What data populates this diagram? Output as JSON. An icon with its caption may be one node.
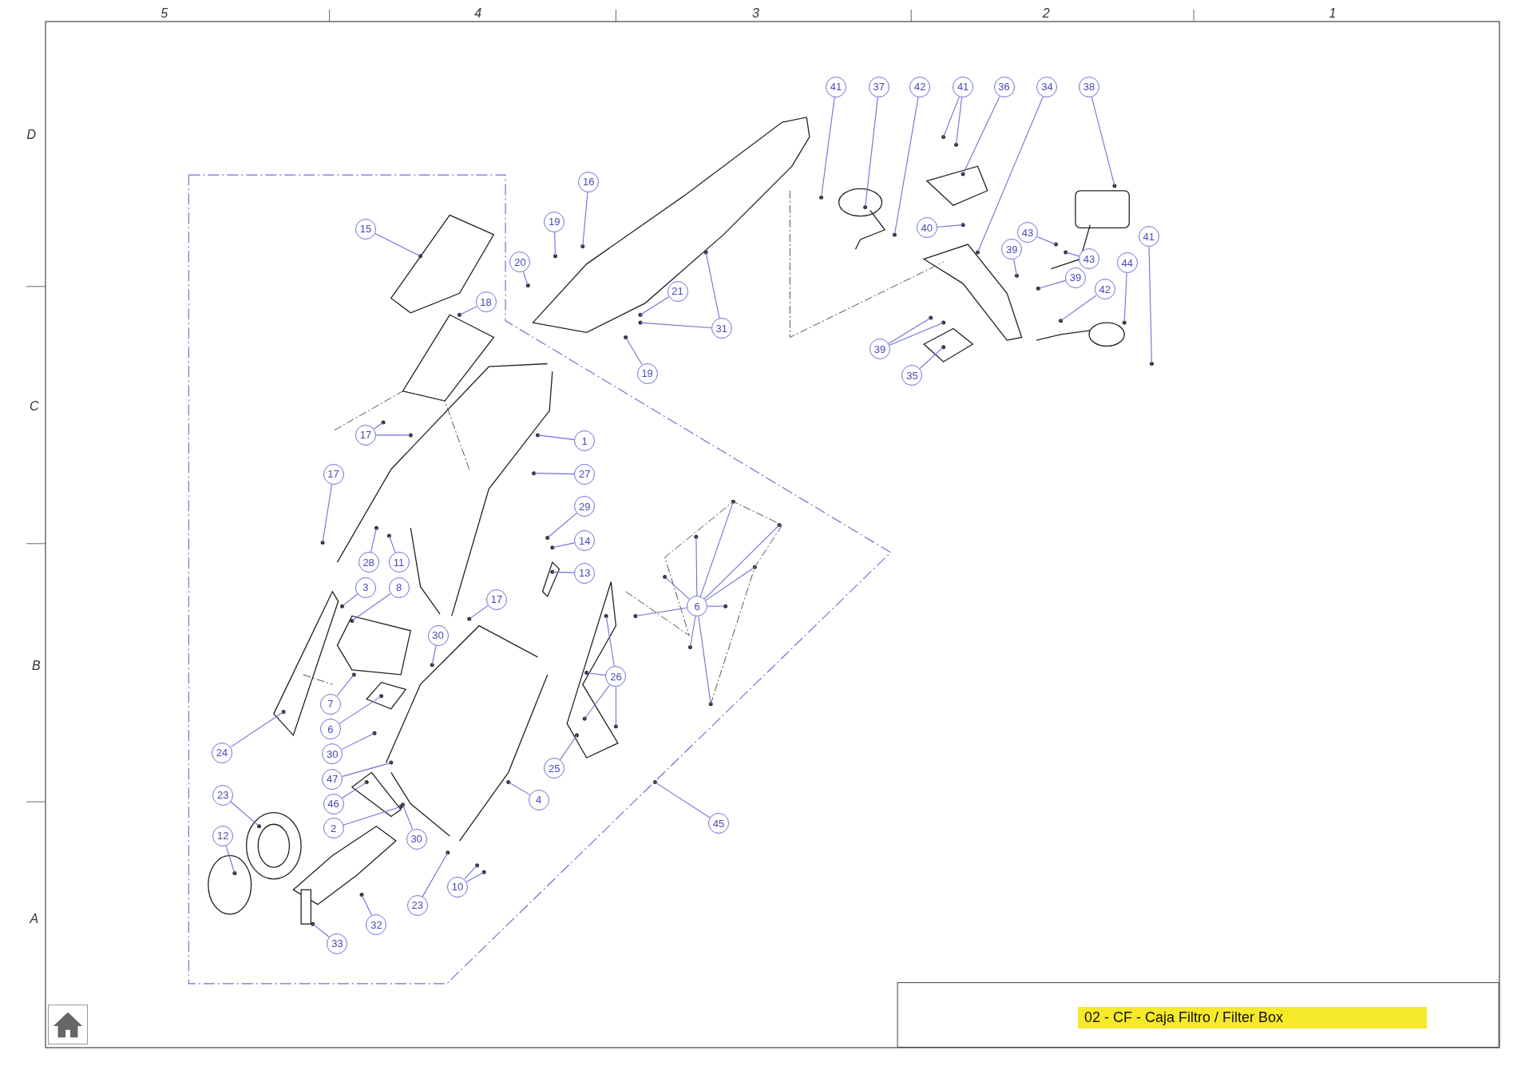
{
  "diagram": {
    "title": "02 - CF - Caja Filtro / Filter Box",
    "nodes": [
      {
        "text": [
          "41"
        ]
      },
      {
        "text": [
          "37"
        ]
      },
      {
        "text": [
          "42"
        ]
      },
      {
        "text": [
          "41"
        ]
      },
      {
        "text": [
          "36"
        ]
      },
      {
        "text": [
          "34"
        ]
      },
      {
        "text": [
          "38"
        ]
      },
      {
        "text": [
          "16"
        ]
      },
      {
        "text": [
          "19"
        ]
      },
      {
        "text": [
          "15"
        ]
      },
      {
        "text": [
          "40"
        ]
      },
      {
        "text": [
          "43"
        ]
      },
      {
        "text": [
          "41"
        ]
      },
      {
        "text": [
          "39"
        ]
      },
      {
        "text": [
          "43"
        ]
      },
      {
        "text": [
          "20"
        ]
      },
      {
        "text": [
          "44"
        ]
      },
      {
        "text": [
          "39"
        ]
      },
      {
        "text": [
          "42"
        ]
      },
      {
        "text": [
          "21"
        ]
      },
      {
        "text": [
          "18"
        ]
      },
      {
        "text": [
          "31"
        ]
      },
      {
        "text": [
          "39"
        ]
      },
      {
        "text": [
          "19"
        ]
      },
      {
        "text": [
          "35"
        ]
      },
      {
        "text": [
          "17"
        ]
      },
      {
        "text": [
          "1"
        ]
      },
      {
        "text": [
          "17"
        ]
      },
      {
        "text": [
          "27"
        ]
      },
      {
        "text": [
          "29"
        ]
      },
      {
        "text": [
          "14"
        ]
      },
      {
        "text": [
          "28"
        ]
      },
      {
        "text": [
          "11"
        ]
      },
      {
        "text": [
          "13"
        ]
      },
      {
        "text": [
          "3"
        ]
      },
      {
        "text": [
          "8"
        ]
      },
      {
        "text": [
          "17"
        ]
      },
      {
        "text": [
          "6"
        ]
      },
      {
        "text": [
          "30"
        ]
      },
      {
        "text": [
          "26"
        ]
      },
      {
        "text": [
          "7"
        ]
      },
      {
        "text": [
          "6"
        ]
      },
      {
        "text": [
          "24"
        ]
      },
      {
        "text": [
          "30"
        ]
      },
      {
        "text": [
          "25"
        ]
      },
      {
        "text": [
          "47"
        ]
      },
      {
        "text": [
          "4"
        ]
      },
      {
        "text": [
          "23"
        ]
      },
      {
        "text": [
          "46"
        ]
      },
      {
        "text": [
          "45"
        ]
      },
      {
        "text": [
          "2"
        ]
      },
      {
        "text": [
          "12"
        ]
      },
      {
        "text": [
          "30"
        ]
      },
      {
        "text": [
          "10"
        ]
      },
      {
        "text": [
          "23"
        ]
      },
      {
        "text": [
          "32"
        ]
      },
      {
        "text": [
          "33"
        ]
      }
    ],
    "edges": [
      {
        "from": 0,
        "to": null,
        "arrow": "none"
      },
      {
        "from": 1,
        "to": null,
        "arrow": "none"
      },
      {
        "from": 2,
        "to": null,
        "arrow": "none"
      },
      {
        "from": 3,
        "to": null,
        "arrow": "none"
      },
      {
        "from": 3,
        "to": null,
        "arrow": "none"
      },
      {
        "from": 4,
        "to": null,
        "arrow": "none"
      },
      {
        "from": 5,
        "to": null,
        "arrow": "none"
      },
      {
        "from": 6,
        "to": null,
        "arrow": "none"
      },
      {
        "from": 7,
        "to": null,
        "arrow": "none"
      },
      {
        "from": 8,
        "to": null,
        "arrow": "none"
      },
      {
        "from": 9,
        "to": null,
        "arrow": "none"
      },
      {
        "from": 10,
        "to": null,
        "arrow": "none"
      },
      {
        "from": 11,
        "to": null,
        "arrow": "none"
      },
      {
        "from": 12,
        "to": null,
        "arrow": "none"
      },
      {
        "from": 13,
        "to": null,
        "arrow": "none"
      },
      {
        "from": 14,
        "to": null,
        "arrow": "none"
      },
      {
        "from": 15,
        "to": null,
        "arrow": "none"
      },
      {
        "from": 16,
        "to": null,
        "arrow": "none"
      },
      {
        "from": 17,
        "to": null,
        "arrow": "none"
      },
      {
        "from": 18,
        "to": null,
        "arrow": "none"
      },
      {
        "from": 19,
        "to": null,
        "arrow": "none"
      },
      {
        "from": 20,
        "to": null,
        "arrow": "none"
      },
      {
        "from": 21,
        "to": null,
        "arrow": "none"
      },
      {
        "from": 21,
        "to": null,
        "arrow": "none"
      },
      {
        "from": 22,
        "to": null,
        "arrow": "none"
      },
      {
        "from": 22,
        "to": null,
        "arrow": "none"
      },
      {
        "from": 23,
        "to": null,
        "arrow": "none"
      },
      {
        "from": 24,
        "to": null,
        "arrow": "none"
      },
      {
        "from": 25,
        "to": null,
        "arrow": "none"
      },
      {
        "from": 25,
        "to": null,
        "arrow": "none"
      },
      {
        "from": 26,
        "to": null,
        "arrow": "none"
      },
      {
        "from": 27,
        "to": null,
        "arrow": "none"
      },
      {
        "from": 28,
        "to": null,
        "arrow": "none"
      },
      {
        "from": 29,
        "to": null,
        "arrow": "none"
      },
      {
        "from": 30,
        "to": null,
        "arrow": "none"
      },
      {
        "from": 31,
        "to": null,
        "arrow": "none"
      },
      {
        "from": 32,
        "to": null,
        "arrow": "none"
      },
      {
        "from": 33,
        "to": null,
        "arrow": "none"
      },
      {
        "from": 34,
        "to": null,
        "arrow": "none"
      },
      {
        "from": 35,
        "to": null,
        "arrow": "none"
      },
      {
        "from": 36,
        "to": null,
        "arrow": "none"
      },
      {
        "from": 37,
        "to": null,
        "arrow": "none"
      },
      {
        "from": 37,
        "to": null,
        "arrow": "none"
      },
      {
        "from": 37,
        "to": null,
        "arrow": "none"
      },
      {
        "from": 37,
        "to": null,
        "arrow": "none"
      },
      {
        "from": 37,
        "to": null,
        "arrow": "none"
      },
      {
        "from": 37,
        "to": null,
        "arrow": "none"
      },
      {
        "from": 37,
        "to": null,
        "arrow": "none"
      },
      {
        "from": 37,
        "to": null,
        "arrow": "none"
      },
      {
        "from": 37,
        "to": null,
        "arrow": "none"
      },
      {
        "from": 38,
        "to": null,
        "arrow": "none"
      },
      {
        "from": 39,
        "to": null,
        "arrow": "none"
      },
      {
        "from": 39,
        "to": null,
        "arrow": "none"
      },
      {
        "from": 39,
        "to": null,
        "arrow": "none"
      },
      {
        "from": 39,
        "to": null,
        "arrow": "none"
      },
      {
        "from": 40,
        "to": null,
        "arrow": "none"
      },
      {
        "from": 41,
        "to": null,
        "arrow": "none"
      },
      {
        "from": 42,
        "to": null,
        "arrow": "none"
      },
      {
        "from": 43,
        "to": null,
        "arrow": "none"
      },
      {
        "from": 44,
        "to": null,
        "arrow": "none"
      },
      {
        "from": 45,
        "to": null,
        "arrow": "none"
      },
      {
        "from": 46,
        "to": null,
        "arrow": "none"
      },
      {
        "from": 47,
        "to": null,
        "arrow": "none"
      },
      {
        "from": 48,
        "to": null,
        "arrow": "none"
      },
      {
        "from": 49,
        "to": null,
        "arrow": "none"
      },
      {
        "from": 50,
        "to": null,
        "arrow": "none"
      },
      {
        "from": 51,
        "to": null,
        "arrow": "none"
      },
      {
        "from": 52,
        "to": null,
        "arrow": "none"
      },
      {
        "from": 53,
        "to": null,
        "arrow": "none"
      },
      {
        "from": 53,
        "to": null,
        "arrow": "none"
      },
      {
        "from": 54,
        "to": null,
        "arrow": "none"
      },
      {
        "from": 55,
        "to": null,
        "arrow": "none"
      },
      {
        "from": 56,
        "to": null,
        "arrow": "none"
      }
    ],
    "labels": [
      "5",
      "4",
      "3",
      "2",
      "1",
      "D",
      "C",
      "B",
      "A"
    ]
  }
}
